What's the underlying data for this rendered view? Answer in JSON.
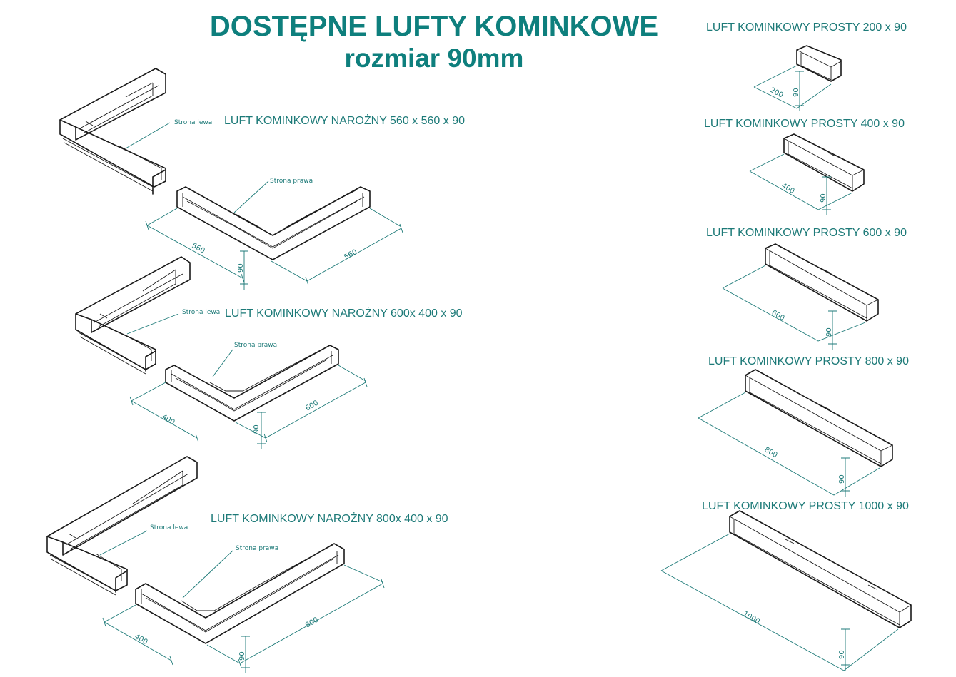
{
  "header": {
    "title": "DOSTĘPNE LUFTY KOMINKOWE",
    "subtitle": "rozmiar 90mm"
  },
  "colors": {
    "accent": "#0e7f7d",
    "dimension": "#1d7a78",
    "drawing": "#1a1a1a"
  },
  "corner_products": [
    {
      "caption": "LUFT KOMINKOWY NAROŻNY 560 x 560 x 90",
      "left_label": "Strona lewa",
      "right_label": "Strona prawa",
      "dim_left": "560",
      "dim_right": "560",
      "dim_height": "90"
    },
    {
      "caption": "LUFT KOMINKOWY NAROŻNY 600x 400 x 90",
      "left_label": "Strona lewa",
      "right_label": "Strona prawa",
      "dim_left": "400",
      "dim_right": "600",
      "dim_height": "90"
    },
    {
      "caption": "LUFT KOMINKOWY NAROŻNY 800x 400 x 90",
      "left_label": "Strona lewa",
      "right_label": "Strona prawa",
      "dim_left": "400",
      "dim_right": "800",
      "dim_height": "90"
    }
  ],
  "straight_products": [
    {
      "caption": "LUFT KOMINKOWY PROSTY 200 x 90",
      "dim_length": "200",
      "dim_height": "90"
    },
    {
      "caption": "LUFT KOMINKOWY PROSTY 400 x 90",
      "dim_length": "400",
      "dim_height": "90"
    },
    {
      "caption": "LUFT KOMINKOWY PROSTY 600 x 90",
      "dim_length": "600",
      "dim_height": "90"
    },
    {
      "caption": "LUFT KOMINKOWY PROSTY 800 x 90",
      "dim_length": "800",
      "dim_height": "90"
    },
    {
      "caption": "LUFT KOMINKOWY PROSTY 1000 x 90",
      "dim_length": "1000",
      "dim_height": "90"
    }
  ]
}
